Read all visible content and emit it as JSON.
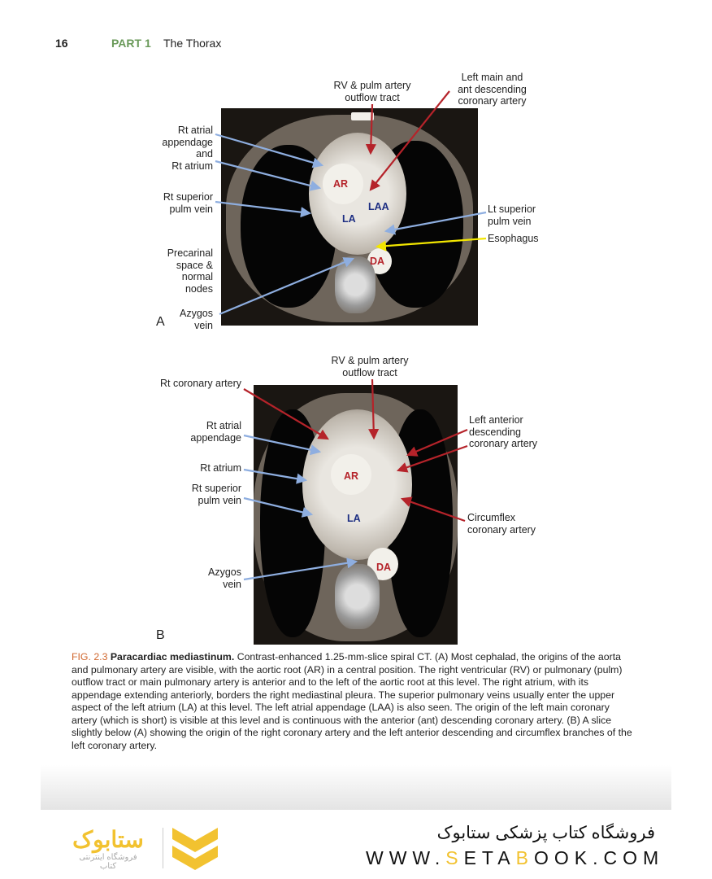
{
  "header": {
    "page_number": "16",
    "part": "PART 1",
    "section": "The Thorax"
  },
  "figure_a": {
    "panel": "A",
    "labels": {
      "rv_outflow": "RV & pulm artery\noutflow tract",
      "left_main": "Left main and\nant descending\ncoronary artery",
      "rt_atrial": "Rt atrial\nappendage\nand\nRt atrium",
      "rt_sup_pulm": "Rt superior\npulm vein",
      "precarinal": "Precarinal\nspace &\nnormal\nnodes",
      "azygos": "Azygos\nvein",
      "lt_sup_pulm": "Lt superior\npulm vein",
      "esophagus": "Esophagus"
    },
    "tags": {
      "ar": "AR",
      "laa": "LAA",
      "la": "LA",
      "da": "DA"
    }
  },
  "figure_b": {
    "panel": "B",
    "labels": {
      "rv_outflow": "RV & pulm artery\noutflow tract",
      "rt_coronary": "Rt coronary artery",
      "rt_atrial_app": "Rt atrial\nappendage",
      "rt_atrium": "Rt atrium",
      "rt_sup_pulm": "Rt superior\npulm vein",
      "azygos": "Azygos\nvein",
      "lad": "Left anterior\ndescending\ncoronary artery",
      "circumflex": "Circumflex\ncoronary artery"
    },
    "tags": {
      "ar": "AR",
      "la": "LA",
      "da": "DA"
    }
  },
  "caption": {
    "fig": "FIG. 2.3",
    "title": "Paracardiac mediastinum.",
    "text": "Contrast-enhanced 1.25-mm-slice spiral CT. (A) Most cephalad, the origins of the aorta and pulmonary artery are visible, with the aortic root (AR) in a central position. The right ventricular (RV) or pulmonary (pulm) outflow tract or main pulmonary artery is anterior and to the left of the aortic root at this level. The right atrium, with its appendage extending anteriorly, borders the right mediastinal pleura. The superior pulmonary veins usually enter the upper aspect of the left atrium (LA) at this level. The left atrial appendage (LAA) is also seen. The origin of the left main coronary artery (which is short) is visible at this level and is continuous with the anterior (ant) descending coronary artery. (B) A slice slightly below (A) showing the origin of the right coronary artery and the left anterior descending and circumflex branches of the left coronary artery."
  },
  "footer": {
    "store_name": "فروشگاه کتاب پزشکی ستابوک",
    "url_parts": [
      "WWW.",
      "S",
      "ETA",
      "B",
      "OOK.COM"
    ],
    "logo_text": "ستابوک",
    "logo_subtitle": "فروشگاه اینترنتی کتاب"
  },
  "colors": {
    "part": "#6a9a5a",
    "fig": "#d0672e",
    "red_arrow": "#b5232a",
    "blue_arrow": "#8eaee0",
    "yellow_arrow": "#f2e600",
    "logo_yellow": "#f2c230"
  }
}
